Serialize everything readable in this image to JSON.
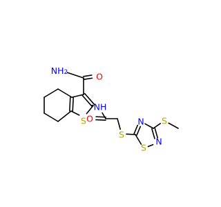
{
  "colors": {
    "bond": "#000000",
    "N": "#0000ff",
    "O": "#ff0000",
    "S": "#b3a600",
    "background": "#ffffff"
  },
  "atoms": [
    {
      "id": "N_amide",
      "label": "NH2",
      "el": "N"
    },
    {
      "id": "O_amide",
      "label": "O",
      "el": "O"
    },
    {
      "id": "S_thiophene",
      "label": "S",
      "el": "S"
    },
    {
      "id": "N_link",
      "label": "NH",
      "el": "N"
    },
    {
      "id": "O_acyl",
      "label": "O",
      "el": "O"
    },
    {
      "id": "S_thioether",
      "label": "S",
      "el": "S"
    },
    {
      "id": "S_thiadiazole",
      "label": "S",
      "el": "S"
    },
    {
      "id": "N_td_upper",
      "label": "N",
      "el": "N"
    },
    {
      "id": "N_td_lower",
      "label": "N",
      "el": "N"
    },
    {
      "id": "S_methylthio",
      "label": "S",
      "el": "S"
    }
  ]
}
